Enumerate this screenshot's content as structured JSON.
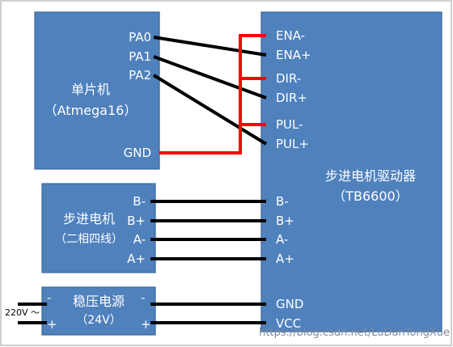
{
  "mcu": {
    "title": "单片机",
    "subtitle": "（Atmega16）",
    "pins": {
      "pa0": "PA0",
      "pa1": "PA1",
      "pa2": "PA2",
      "gnd": "GND"
    }
  },
  "driver": {
    "title": "步进电机驱动器",
    "subtitle": "（TB6600）",
    "pins": {
      "ena_minus": "ENA-",
      "ena_plus": "ENA+",
      "dir_minus": "DIR-",
      "dir_plus": "DIR+",
      "pul_minus": "PUL-",
      "pul_plus": "PUL+",
      "b_minus": "B-",
      "b_plus": "B+",
      "a_minus": "A-",
      "a_plus": "A+",
      "gnd": "GND",
      "vcc": "VCC"
    }
  },
  "motor": {
    "title": "步进电机",
    "subtitle": "（二相四线）",
    "pins": {
      "b_minus": "B-",
      "b_plus": "B+",
      "a_minus": "A-",
      "a_plus": "A+"
    }
  },
  "psu": {
    "title": "稳压电源",
    "subtitle": "（24V）",
    "left_minus": "-",
    "left_plus": "+",
    "right_minus": "-",
    "right_plus": "+",
    "input_label": "220V ～"
  },
  "watermark": "https://blog.csdn.net/LuDanTongXue",
  "colors": {
    "block": "#4f81bd",
    "signal_wire": "#000000",
    "ground_wire": "#ff0000"
  }
}
